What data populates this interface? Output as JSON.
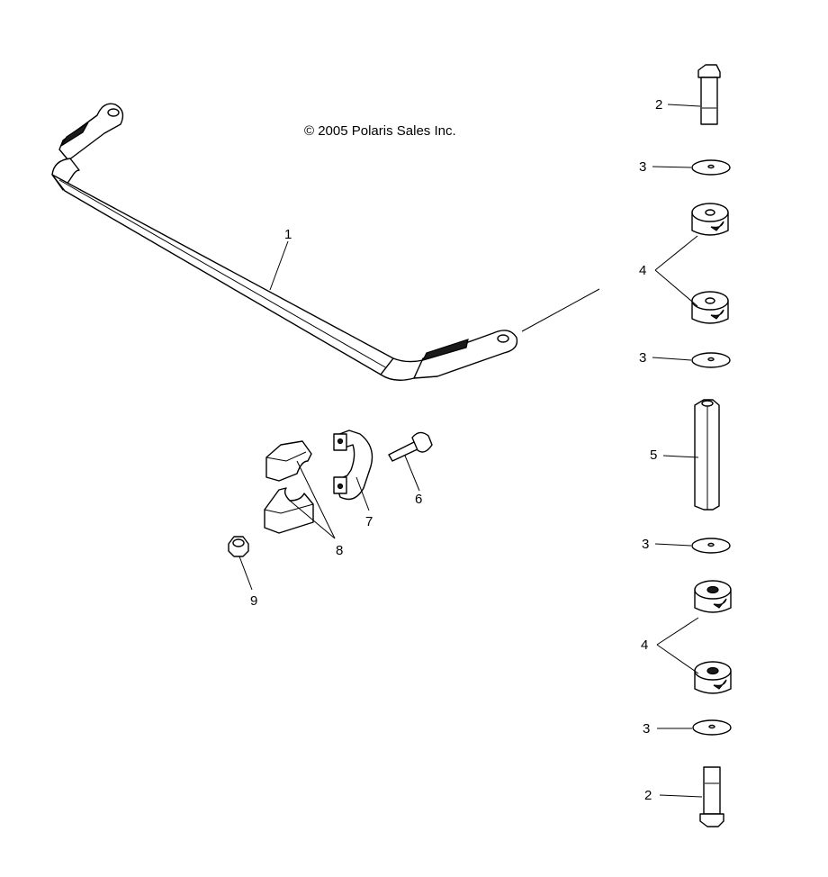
{
  "copyright": "© 2005 Polaris Sales Inc.",
  "callouts": {
    "bar": "1",
    "bolt_top": "2",
    "washer_1": "3",
    "bushing_top": "4",
    "washer_2": "3",
    "sleeve": "5",
    "washer_3": "3",
    "bushing_bottom": "4",
    "washer_4": "3",
    "bolt_bottom": "2",
    "mount_bolt": "6",
    "clamp": "7",
    "bushing_halves": "8",
    "nut": "9"
  }
}
